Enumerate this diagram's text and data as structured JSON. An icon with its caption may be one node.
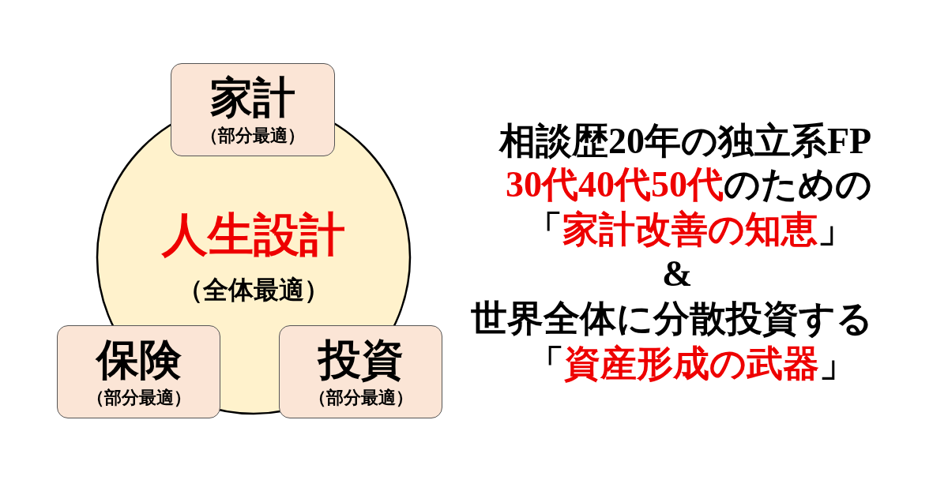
{
  "diagram": {
    "nodes": [
      {
        "text": [
          "人生設計",
          "（全体最適）"
        ]
      },
      {
        "text": [
          "家計",
          "（部分最適）"
        ]
      },
      {
        "text": [
          "保険",
          "（部分最適）"
        ]
      },
      {
        "text": [
          "投資",
          "（部分最適）"
        ]
      }
    ],
    "labels": [
      "相談歴20年の独立系FP",
      "30代40代50代",
      "のための",
      "「",
      "家計改善の知恵",
      "」",
      "&",
      "世界全体に分散投資する",
      "「",
      "資産形成の武器",
      "」"
    ]
  }
}
